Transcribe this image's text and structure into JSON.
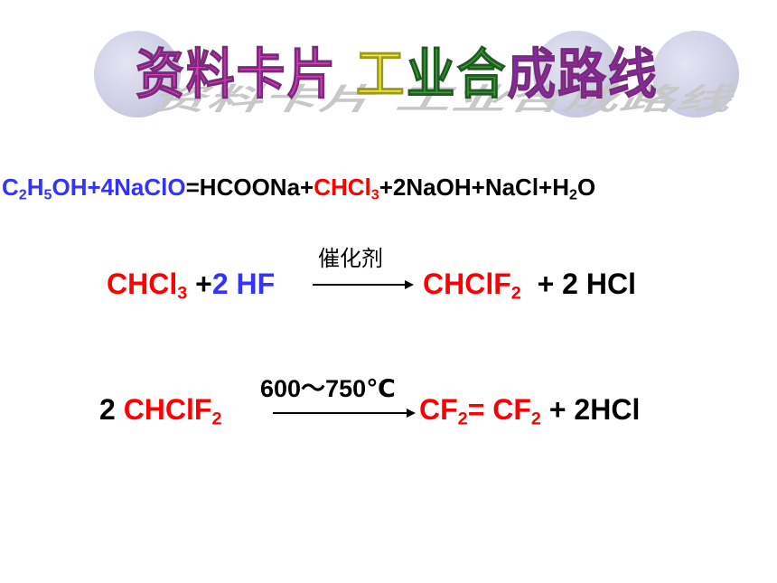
{
  "title": {
    "part1": "资料卡片",
    "part2": "工",
    "part3": "业合",
    "part4": "成路线"
  },
  "eq1": {
    "reactants": [
      "C",
      "2",
      "H",
      "5",
      "OH+4NaClO"
    ],
    "equals": "=HCOONa+",
    "chcl": "CHCl",
    "chcl_sub": "3",
    "rest": "+2NaOH+NaCl+H",
    "water_sub": "2",
    "water_end": "O"
  },
  "eq2": {
    "r1": "CHCl",
    "r1_sub": "3",
    "plus": " +",
    "r2": "2 HF",
    "catalyst": "催化剂",
    "p1": "CHClF",
    "p1_sub": "2",
    "p2": "+ 2 HCl"
  },
  "eq3": {
    "coef": "2",
    "r1": "CHClF",
    "r1_sub": "2",
    "condition": "600～750℃",
    "p1": "CF",
    "p1_sub": "2",
    "eq": "= CF",
    "p2_sub": "2",
    "p3": "+  2HCl"
  }
}
